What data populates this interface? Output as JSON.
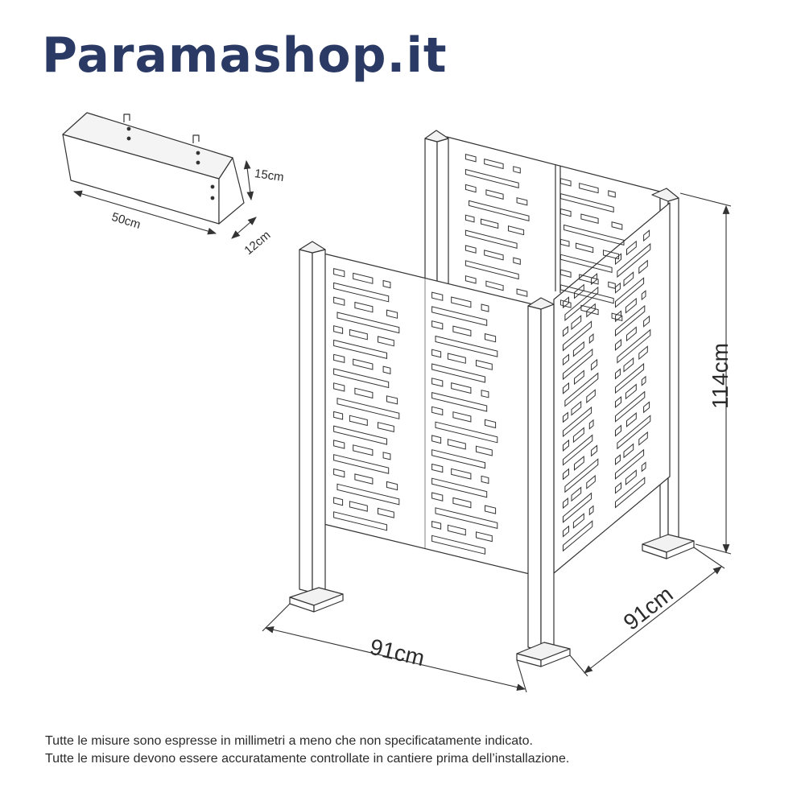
{
  "brand": {
    "name": "Paramashop.it",
    "color": "#2a3a64"
  },
  "planter": {
    "length_label": "50cm",
    "height_label": "15cm",
    "depth_label": "12cm"
  },
  "enclosure": {
    "height_label": "114cm",
    "width_label": "91cm",
    "depth_label": "91cm"
  },
  "notes": [
    "Tutte le misure sono espresse in millimetri a meno che non specificatamente indicato.",
    "Tutte le misure devono essere accuratamente controllate in cantiere prima dell’installazione."
  ],
  "line_color": "#333333"
}
